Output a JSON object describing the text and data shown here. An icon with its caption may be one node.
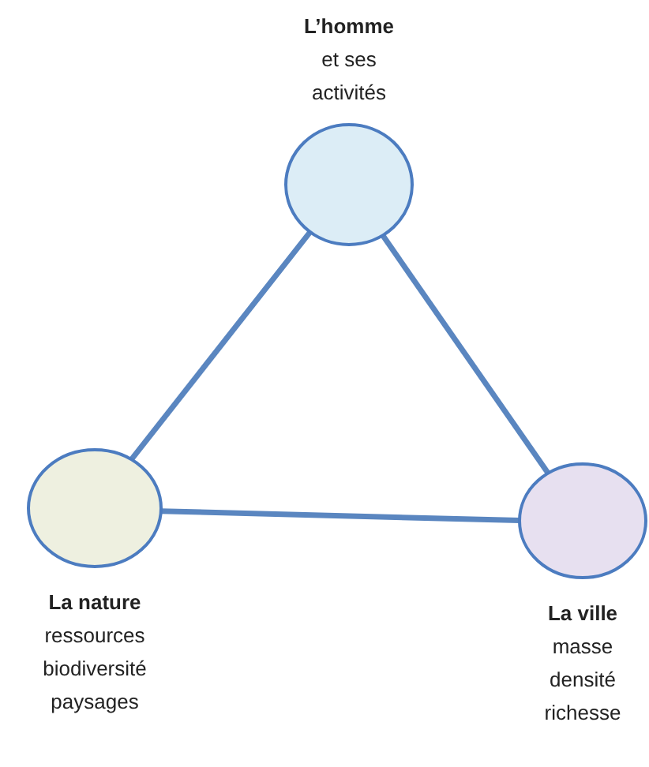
{
  "diagram": {
    "nodes": [
      {
        "text": [
          "L’homme",
          "et ses activités"
        ]
      },
      {
        "text": [
          "La nature",
          "ressources biodiversité paysages"
        ]
      },
      {
        "text": [
          "La ville",
          "masse densité richesse"
        ]
      }
    ],
    "edges": [
      {
        "from": 0,
        "to": 1,
        "arrow": "none"
      },
      {
        "from": 0,
        "to": 2,
        "arrow": "none"
      },
      {
        "from": 1,
        "to": 2,
        "arrow": "none"
      }
    ]
  }
}
